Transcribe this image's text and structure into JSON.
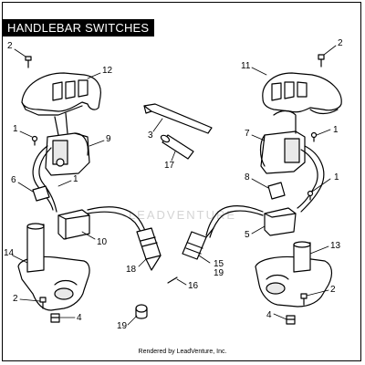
{
  "diagram": {
    "title": "HANDLEBAR SWITCHES",
    "watermark": "LEADVENTURE",
    "footer": "Rendered by LeadVenture, Inc.",
    "callouts": {
      "c2_tl": "2",
      "c12": "12",
      "c1_l": "1",
      "c9": "9",
      "c6": "6",
      "c1_lm": "1",
      "c10": "10",
      "c14": "14",
      "c2_bl": "2",
      "c4_l": "4",
      "c3": "3",
      "c17": "17",
      "c18": "18",
      "c15": "15",
      "c19_a": "19",
      "c16": "16",
      "c19_b": "19",
      "c2_tr": "2",
      "c11": "11",
      "c7": "7",
      "c1_r": "1",
      "c8": "8",
      "c1_rm": "1",
      "c5": "5",
      "c13": "13",
      "c2_br": "2",
      "c4_r": "4"
    }
  }
}
